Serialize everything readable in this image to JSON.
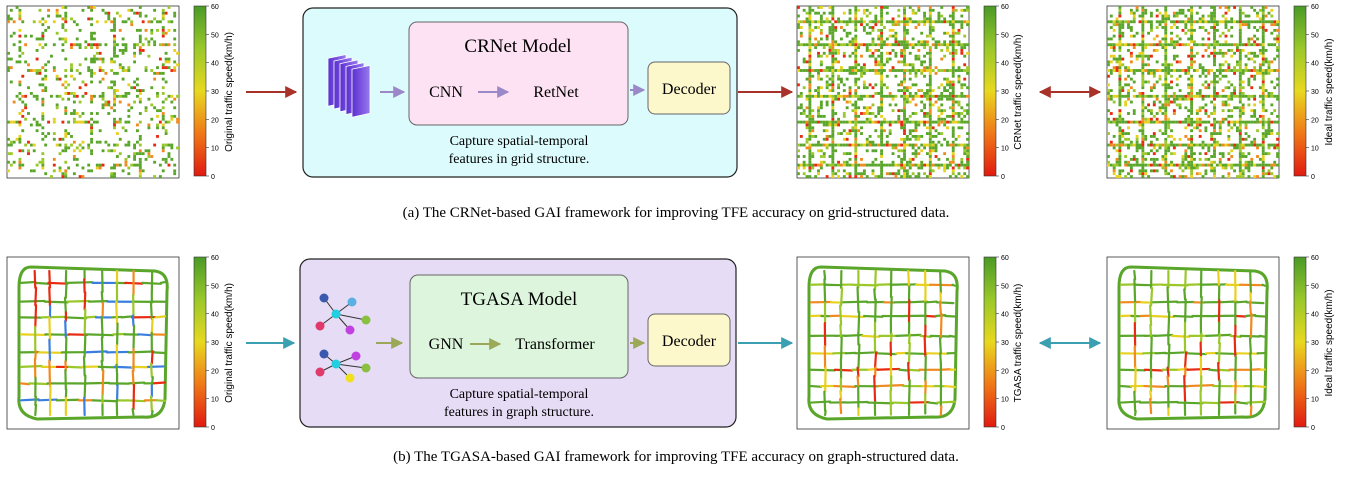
{
  "row_a": {
    "model_title": "CRNet Model",
    "encoder": "CNN",
    "core": "RetNet",
    "decoder": "Decoder",
    "caption_line1": "Capture spatial-temporal",
    "caption_line2": "features in grid structure.",
    "colorbar_input": "Original traffic speed(km/h)",
    "colorbar_output": "CRNet traffic speed(km/h)",
    "colorbar_ideal": "Ideal traffic speed(km/h)",
    "figure_caption": "(a) The CRNet-based GAI framework for improving TFE accuracy on grid-structured data."
  },
  "row_b": {
    "model_title": "TGASA Model",
    "encoder": "GNN",
    "core": "Transformer",
    "decoder": "Decoder",
    "caption_line1": "Capture spatial-temporal",
    "caption_line2": "features in graph structure.",
    "colorbar_input": "Original traffic speed(km/h)",
    "colorbar_output": "TGASA traffic speed(km/h)",
    "colorbar_ideal": "Ideal traffic speed(km/h)",
    "figure_caption": "(b) The TGASA-based GAI framework for improving TFE accuracy on graph-structured data."
  },
  "colorbar_ticks": [
    "60",
    "50",
    "40",
    "30",
    "20",
    "10",
    "0"
  ],
  "colors": {
    "grid_panel_bg": "#dcfbfd",
    "graph_panel_bg": "#e6dcf5",
    "crnet_box": "#fde2f4",
    "tgasa_box": "#dcf5dc",
    "decoder_box": "#fdf7cc",
    "arrow_red": "#a8322a",
    "arrow_teal": "#3a9fb0",
    "speed_high": "#5aa62a",
    "speed_mid": "#e8d020",
    "speed_low": "#e82a10",
    "missing": "#3a7fe0"
  }
}
